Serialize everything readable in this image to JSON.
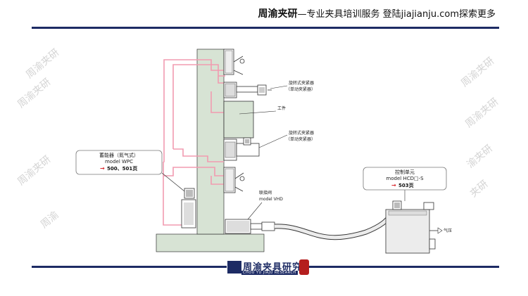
{
  "header": {
    "brand": "周渝夹研",
    "slogan": "—专业夹具培训服务  登陆jiajianju.com探索更多"
  },
  "watermarks": [
    "周渝夹研",
    "周渝夹研",
    "周渝夹研",
    "周渝夹研",
    "周渝夹研",
    "渝夹研",
    "夹研",
    "周渝"
  ],
  "labels": {
    "rotary_clamp_1": "旋转式夹紧器",
    "rotary_clamp_1_sub": "（单动夹紧器）",
    "workpiece": "工件",
    "rotary_clamp_2": "旋转式夹紧器",
    "rotary_clamp_2_sub": "（单动夹紧器）",
    "connect_valve": "联接阀",
    "connect_valve_model": "model VHD",
    "air_pressure": "气压"
  },
  "callouts": {
    "accumulator": {
      "title": "蓄能器（氮气式）",
      "model": "model WPC",
      "arrow": "→",
      "pages": "500、501页"
    },
    "control_unit": {
      "title": "控制单元",
      "model": "model HCD□-S",
      "arrow": "→",
      "pages": "503页"
    }
  },
  "footer": {
    "logo_text": "周渝夹具研究",
    "logo_sub": "CHOU YU JIAJU RESEARCH"
  },
  "colors": {
    "navy": "#1d2b64",
    "pink_line": "#f29bb0",
    "plate": "#d7e3d4",
    "red_arrow": "#d9252b",
    "outline": "#333333"
  }
}
